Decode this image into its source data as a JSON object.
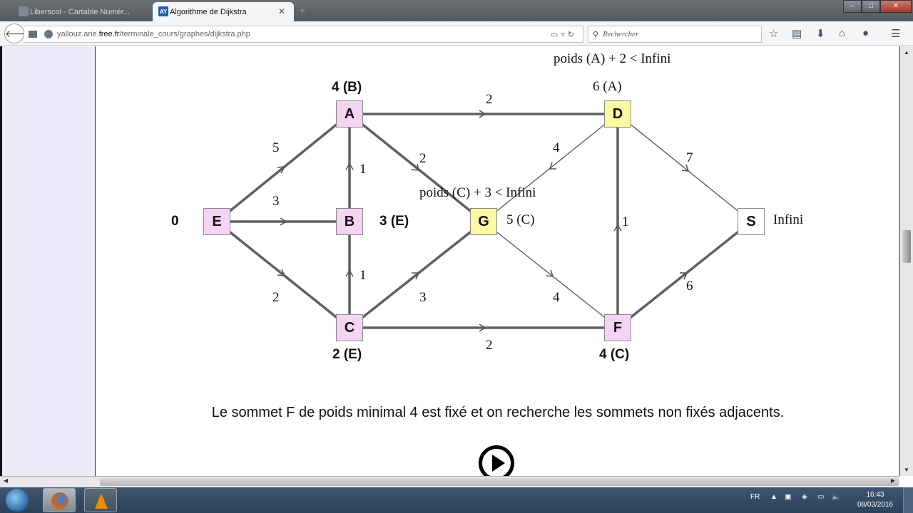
{
  "browser": {
    "tabs": [
      {
        "label": "Liberscol - Cartable Numér...",
        "active": false
      },
      {
        "label": "Algorithme de Dijkstra",
        "active": true,
        "favicon_text": "AY"
      }
    ],
    "url_prefix": "yallouz.arie.",
    "url_host": "free.fr",
    "url_path": "/terminale_cours/graphes/dijkstra.php",
    "search_placeholder": "Rechercher",
    "icons": [
      "back-icon",
      "puzzle-icon",
      "globe-icon",
      "reader-icon",
      "dropdown-icon",
      "reload-icon",
      "search-icon",
      "bookmark-star-icon",
      "bookmarks-list-icon",
      "download-icon",
      "home-icon",
      "hello-icon",
      "menu-icon"
    ]
  },
  "graph": {
    "nodes": [
      {
        "id": "E",
        "label": "E",
        "color": "#f5d4f6",
        "weight": "0"
      },
      {
        "id": "A",
        "label": "A",
        "color": "#f5d4f6",
        "weight": "4 (B)"
      },
      {
        "id": "B",
        "label": "B",
        "color": "#f5d4f6",
        "weight": "3 (E)"
      },
      {
        "id": "C",
        "label": "C",
        "color": "#f5d4f6",
        "weight": "2 (E)"
      },
      {
        "id": "G",
        "label": "G",
        "color": "#fdf9a1",
        "weight": "5 (C)"
      },
      {
        "id": "D",
        "label": "D",
        "color": "#fdf9a1",
        "weight": "6 (A)"
      },
      {
        "id": "F",
        "label": "F",
        "color": "#f5d4f6",
        "weight": "4 (C)"
      },
      {
        "id": "S",
        "label": "S",
        "color": "#ffffff",
        "weight": "Infini"
      }
    ],
    "edges": [
      {
        "from": "E",
        "to": "A",
        "w": "5"
      },
      {
        "from": "E",
        "to": "B",
        "w": "3"
      },
      {
        "from": "E",
        "to": "C",
        "w": "2"
      },
      {
        "from": "B",
        "to": "A",
        "w": "1"
      },
      {
        "from": "C",
        "to": "B",
        "w": "1"
      },
      {
        "from": "A",
        "to": "D",
        "w": "2"
      },
      {
        "from": "A",
        "to": "G",
        "w": "2"
      },
      {
        "from": "C",
        "to": "G",
        "w": "3"
      },
      {
        "from": "C",
        "to": "F",
        "w": "2"
      },
      {
        "from": "D",
        "to": "G",
        "w": "4"
      },
      {
        "from": "G",
        "to": "F",
        "w": "4"
      },
      {
        "from": "F",
        "to": "D",
        "w": "1"
      },
      {
        "from": "D",
        "to": "S",
        "w": "7"
      },
      {
        "from": "F",
        "to": "S",
        "w": "6"
      }
    ],
    "annotations": {
      "d_update": "poids (A) + 2 < Infini",
      "g_update": "poids (C) + 3 < Infini"
    }
  },
  "caption": "Le sommet F de poids minimal 4 est fixé et on recherche les sommets non fixés adjacents.",
  "play_button": "play-icon",
  "taskbar": {
    "apps": [
      "Firefox",
      "VLC"
    ],
    "language": "FR",
    "time": "16:43",
    "date": "08/03/2016"
  }
}
